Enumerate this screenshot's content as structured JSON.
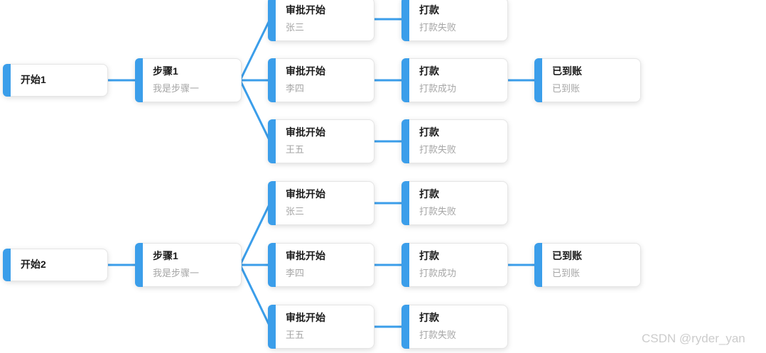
{
  "canvas": {
    "accent_color": "#3B9EEA",
    "background": "#ffffff",
    "watermark": "CSDN @ryder_yan"
  },
  "nodes": [
    {
      "id": "start-1",
      "title": "开始1"
    },
    {
      "id": "step-1a",
      "title": "步骤1",
      "subtitle": "我是步骤一"
    },
    {
      "id": "approve-zhangsan-1",
      "title": "审批开始",
      "subtitle": "张三"
    },
    {
      "id": "pay-1a",
      "title": "打款",
      "subtitle": "打款失败"
    },
    {
      "id": "approve-lisi-1",
      "title": "审批开始",
      "subtitle": "李四"
    },
    {
      "id": "pay-1b",
      "title": "打款",
      "subtitle": "打款成功"
    },
    {
      "id": "arrived-1",
      "title": "已到账",
      "subtitle": "已到账"
    },
    {
      "id": "approve-wangwu-1",
      "title": "审批开始",
      "subtitle": "王五"
    },
    {
      "id": "pay-1c",
      "title": "打款",
      "subtitle": "打款失败"
    },
    {
      "id": "start-2",
      "title": "开始2"
    },
    {
      "id": "step-2a",
      "title": "步骤1",
      "subtitle": "我是步骤一"
    },
    {
      "id": "approve-zhangsan-2",
      "title": "审批开始",
      "subtitle": "张三"
    },
    {
      "id": "pay-2a",
      "title": "打款",
      "subtitle": "打款失败"
    },
    {
      "id": "approve-lisi-2",
      "title": "审批开始",
      "subtitle": "李四"
    },
    {
      "id": "pay-2b",
      "title": "打款",
      "subtitle": "打款成功"
    },
    {
      "id": "arrived-2",
      "title": "已到账",
      "subtitle": "已到账"
    },
    {
      "id": "approve-wangwu-2",
      "title": "审批开始",
      "subtitle": "王五"
    },
    {
      "id": "pay-2c",
      "title": "打款",
      "subtitle": "打款失败"
    }
  ],
  "edges": [
    [
      "start-1",
      "step-1a"
    ],
    [
      "step-1a",
      "approve-zhangsan-1"
    ],
    [
      "step-1a",
      "approve-lisi-1"
    ],
    [
      "step-1a",
      "approve-wangwu-1"
    ],
    [
      "approve-zhangsan-1",
      "pay-1a"
    ],
    [
      "approve-lisi-1",
      "pay-1b"
    ],
    [
      "approve-wangwu-1",
      "pay-1c"
    ],
    [
      "pay-1b",
      "arrived-1"
    ],
    [
      "start-2",
      "step-2a"
    ],
    [
      "step-2a",
      "approve-zhangsan-2"
    ],
    [
      "step-2a",
      "approve-lisi-2"
    ],
    [
      "step-2a",
      "approve-wangwu-2"
    ],
    [
      "approve-zhangsan-2",
      "pay-2a"
    ],
    [
      "approve-lisi-2",
      "pay-2b"
    ],
    [
      "approve-wangwu-2",
      "pay-2c"
    ],
    [
      "pay-2b",
      "arrived-2"
    ]
  ]
}
